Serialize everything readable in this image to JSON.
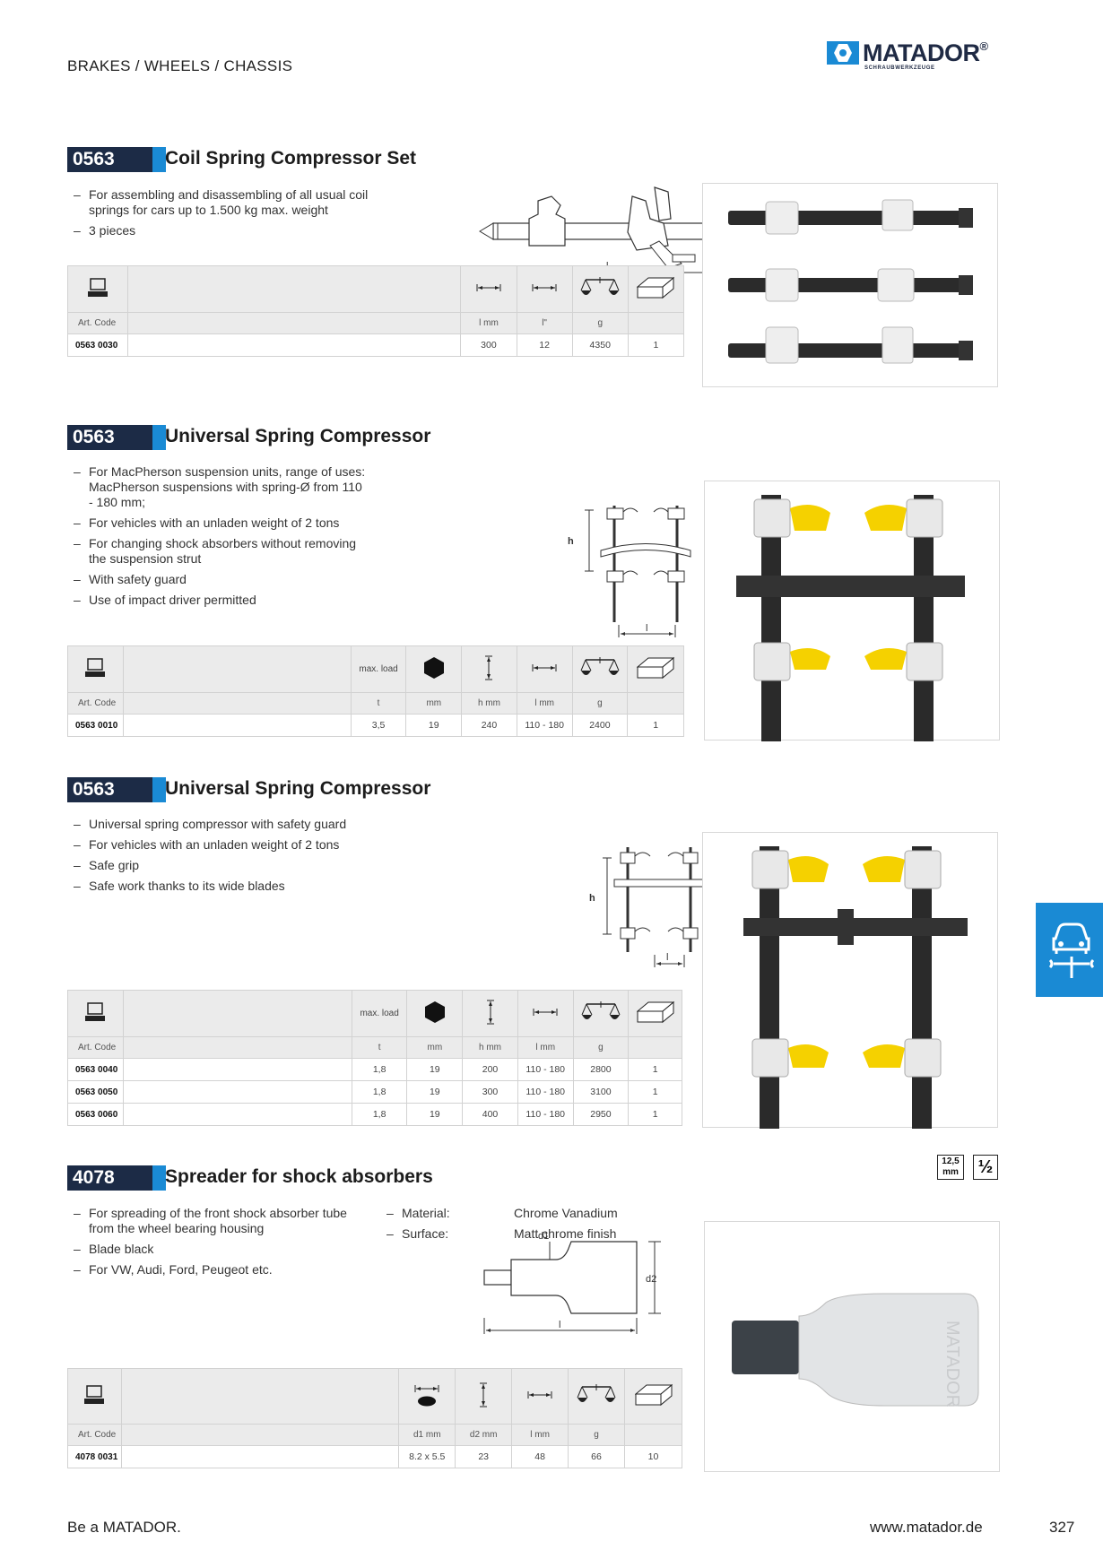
{
  "header": {
    "category": "BRAKES / WHEELS / CHASSIS",
    "logo_text": "MATADOR",
    "logo_reg": "®",
    "logo_sub": "SCHRAUBWERKZEUGE"
  },
  "sections": [
    {
      "code": "0563",
      "title": "Coil Spring Compressor Set",
      "bullets": [
        "For assembling and disassembling of all usual coil springs for cars up to 1.500 kg max. weight",
        "3 pieces"
      ],
      "columns": [
        "Art. Code",
        "l mm",
        "l\"",
        "g",
        ""
      ],
      "rows": [
        [
          "0563 0030",
          "300",
          "12",
          "4350",
          "1"
        ]
      ],
      "drawing_labels": {
        "l": "l"
      }
    },
    {
      "code": "0563",
      "title": "Universal Spring Compressor",
      "bullets": [
        "For MacPherson suspension units, range of uses: MacPherson suspensions with spring-Ø from 110 - 180 mm;",
        "For vehicles with an unladen weight of 2 tons",
        "For changing shock absorbers without removing the suspension strut",
        "With safety guard",
        "Use of impact driver permitted"
      ],
      "max_load": "max. load",
      "columns": [
        "Art. Code",
        "t",
        "mm",
        "h mm",
        "l mm",
        "g",
        ""
      ],
      "rows": [
        [
          "0563 0010",
          "3,5",
          "19",
          "240",
          "110 - 180",
          "2400",
          "1"
        ]
      ],
      "drawing_labels": {
        "h": "h",
        "l": "l"
      }
    },
    {
      "code": "0563",
      "title": "Universal Spring Compressor",
      "bullets": [
        "Universal spring compressor with safety guard",
        "For vehicles with an unladen weight of 2 tons",
        "Safe grip",
        "Safe work thanks to its wide blades"
      ],
      "max_load": "max. load",
      "columns": [
        "Art. Code",
        "t",
        "mm",
        "h mm",
        "l mm",
        "g",
        ""
      ],
      "rows": [
        [
          "0563 0040",
          "1,8",
          "19",
          "200",
          "110 - 180",
          "2800",
          "1"
        ],
        [
          "0563 0050",
          "1,8",
          "19",
          "300",
          "110 - 180",
          "3100",
          "1"
        ],
        [
          "0563 0060",
          "1,8",
          "19",
          "400",
          "110 - 180",
          "2950",
          "1"
        ]
      ],
      "drawing_labels": {
        "h": "h",
        "l": "l"
      }
    },
    {
      "code": "4078",
      "title": "Spreader for shock absorbers",
      "bullets": [
        "For spreading of the front shock absorber tube from the wheel bearing housing",
        "Blade black",
        "For VW, Audi, Ford, Peugeot etc."
      ],
      "material_label": "Material:",
      "material_value": "Chrome Vanadium",
      "surface_label": "Surface:",
      "surface_value": "Matt chrome finish",
      "badges": {
        "drive_top": "12,5",
        "drive_bottom": "mm",
        "fraction": "½"
      },
      "columns": [
        "Art. Code",
        "d1 mm",
        "d2 mm",
        "l mm",
        "g",
        ""
      ],
      "rows": [
        [
          "4078 0031",
          "8.2 x 5.5",
          "23",
          "48",
          "66",
          "10"
        ]
      ],
      "drawing_labels": {
        "d1": "d1",
        "d2": "d2",
        "l": "l"
      },
      "photo_text": "MATADOR"
    }
  ],
  "footer": {
    "slogan": "Be a MATADOR.",
    "url": "www.matador.de",
    "page": "327"
  },
  "icons": [
    "computer-icon",
    "length-arrow-icon",
    "hex-icon",
    "height-arrow-icon",
    "scale-icon",
    "box-icon",
    "oval-icon",
    "car-repair-icon"
  ],
  "colors": {
    "navy": "#1c2b46",
    "blue": "#1a8ad4",
    "yellow": "#f5d100"
  }
}
